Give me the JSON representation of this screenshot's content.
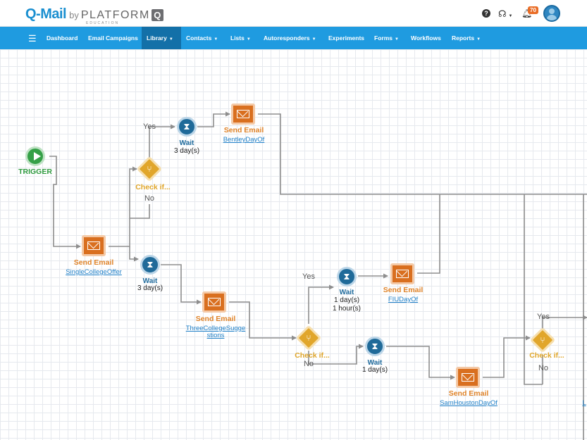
{
  "header": {
    "logo_q": "Q-Mail",
    "logo_by": "by",
    "logo_platform": "PLATFORM",
    "logo_badge": "Q",
    "logo_edu": "EDUCATION",
    "notification_count": "70"
  },
  "nav": {
    "items": [
      {
        "label": "Dashboard"
      },
      {
        "label": "Email Campaigns"
      },
      {
        "label": "Library",
        "dropdown": true,
        "active": true
      },
      {
        "label": "Contacts",
        "dropdown": true
      },
      {
        "label": "Lists",
        "dropdown": true
      },
      {
        "label": "Autoresponders",
        "dropdown": true
      },
      {
        "label": "Experiments"
      },
      {
        "label": "Forms",
        "dropdown": true
      },
      {
        "label": "Workflows"
      },
      {
        "label": "Reports",
        "dropdown": true
      }
    ]
  },
  "workflow": {
    "trigger": {
      "title": "TRIGGER"
    },
    "email_single": {
      "title": "Send Email",
      "link": "SingleCollegeOffer"
    },
    "check_1": {
      "title": "Check if...",
      "yes": "Yes",
      "no": "No"
    },
    "wait_yes_1": {
      "title": "Wait",
      "duration": "3 day(s)"
    },
    "email_bentley": {
      "title": "Send Email",
      "link": "BentleyDayOf"
    },
    "wait_lower_1": {
      "title": "Wait",
      "duration": "3 day(s)"
    },
    "email_three": {
      "title": "Send Email",
      "link_line1": "ThreeCollegeSugge",
      "link_line2": "stions"
    },
    "check_2": {
      "title": "Check if...",
      "yes": "Yes",
      "no": "No"
    },
    "wait_fiu": {
      "title": "Wait",
      "duration_line1": "1 day(s)",
      "duration_line2": "1 hour(s)"
    },
    "email_fiu": {
      "title": "Send Email",
      "link": "FIUDayOf"
    },
    "wait_no_2": {
      "title": "Wait",
      "duration": "1 day(s)"
    },
    "email_samhouston": {
      "title": "Send Email",
      "link": "SamHoustonDayOf"
    },
    "check_3": {
      "title": "Check if...",
      "yes": "Yes",
      "no": "No"
    },
    "edge_link_fragment": "L"
  }
}
